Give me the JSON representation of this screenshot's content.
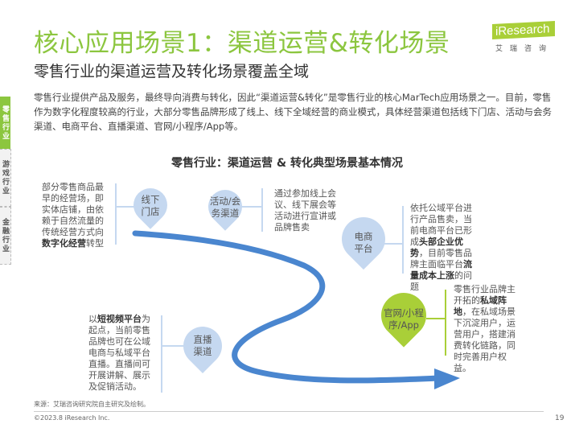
{
  "header": {
    "title": "核心应用场景1：渠道运营&转化场景",
    "subtitle": "零售行业的渠道运营及转化场景覆盖全域",
    "logo_text": "iResearch",
    "logo_cn": "艾瑞咨询"
  },
  "intro": "零售行业提供产品及服务，最终导向消费与转化，因此“渠道运营&转化”是零售行业的核心MarTech应用场景之一。目前，零售作为数字化程度较高的行业，大部分零售品牌形成了线上、线下全域经营的商业模式，具体经营渠道包括线下门店、活动与会务渠道、电商平台、直播渠道、官网/小程序/App等。",
  "side_tabs": [
    {
      "label": "零售行业",
      "active": true
    },
    {
      "label": "游戏行业"
    },
    {
      "label": "金融行业"
    }
  ],
  "diagram": {
    "title": "零售行业：渠道运营 & 转化典型场景基本情况",
    "pins": [
      {
        "label": "线下门店",
        "desc_pre": "部分零售商品最早的经营场，即实体店铺，由依赖于自然流量的传统经营方式向",
        "desc_bold": "数字化经营",
        "desc_post": "转型"
      },
      {
        "label": "活动/会务渠道",
        "desc": "通过参加线上会议、线下展会等活动进行宣讲或品牌售卖"
      },
      {
        "label": "电商平台",
        "d1": "依托公域平台进行产品售卖，当前电商平台已形成",
        "b1": "头部企业优势",
        "d2": "，目前零售品牌主面临平台",
        "b2": "流量成本上涨",
        "d3": "的问题"
      },
      {
        "label": "官网/小程序/App",
        "d1": "零售行业品牌主开拓的",
        "b1": "私域阵地",
        "d2": "，在私域场景下沉淀用户，运营用户，搭建消费转化链路，同时完善用户权益。"
      },
      {
        "label": "直播渠道",
        "d1": "以",
        "b1": "短视频平台",
        "d2": "为起点，当前零售品牌也可在公域电商与私域平台直播。直播间可开展讲解、展示及促销活动。"
      }
    ],
    "colors": {
      "blue": "#4a86cf",
      "light": "#c5d8f0",
      "green": "#a9cf38"
    }
  },
  "footer": {
    "source": "来源：艾瑞咨询研究院自主研究及绘制。",
    "copyright": "©2023.8 iResearch Inc.",
    "page": "19"
  }
}
